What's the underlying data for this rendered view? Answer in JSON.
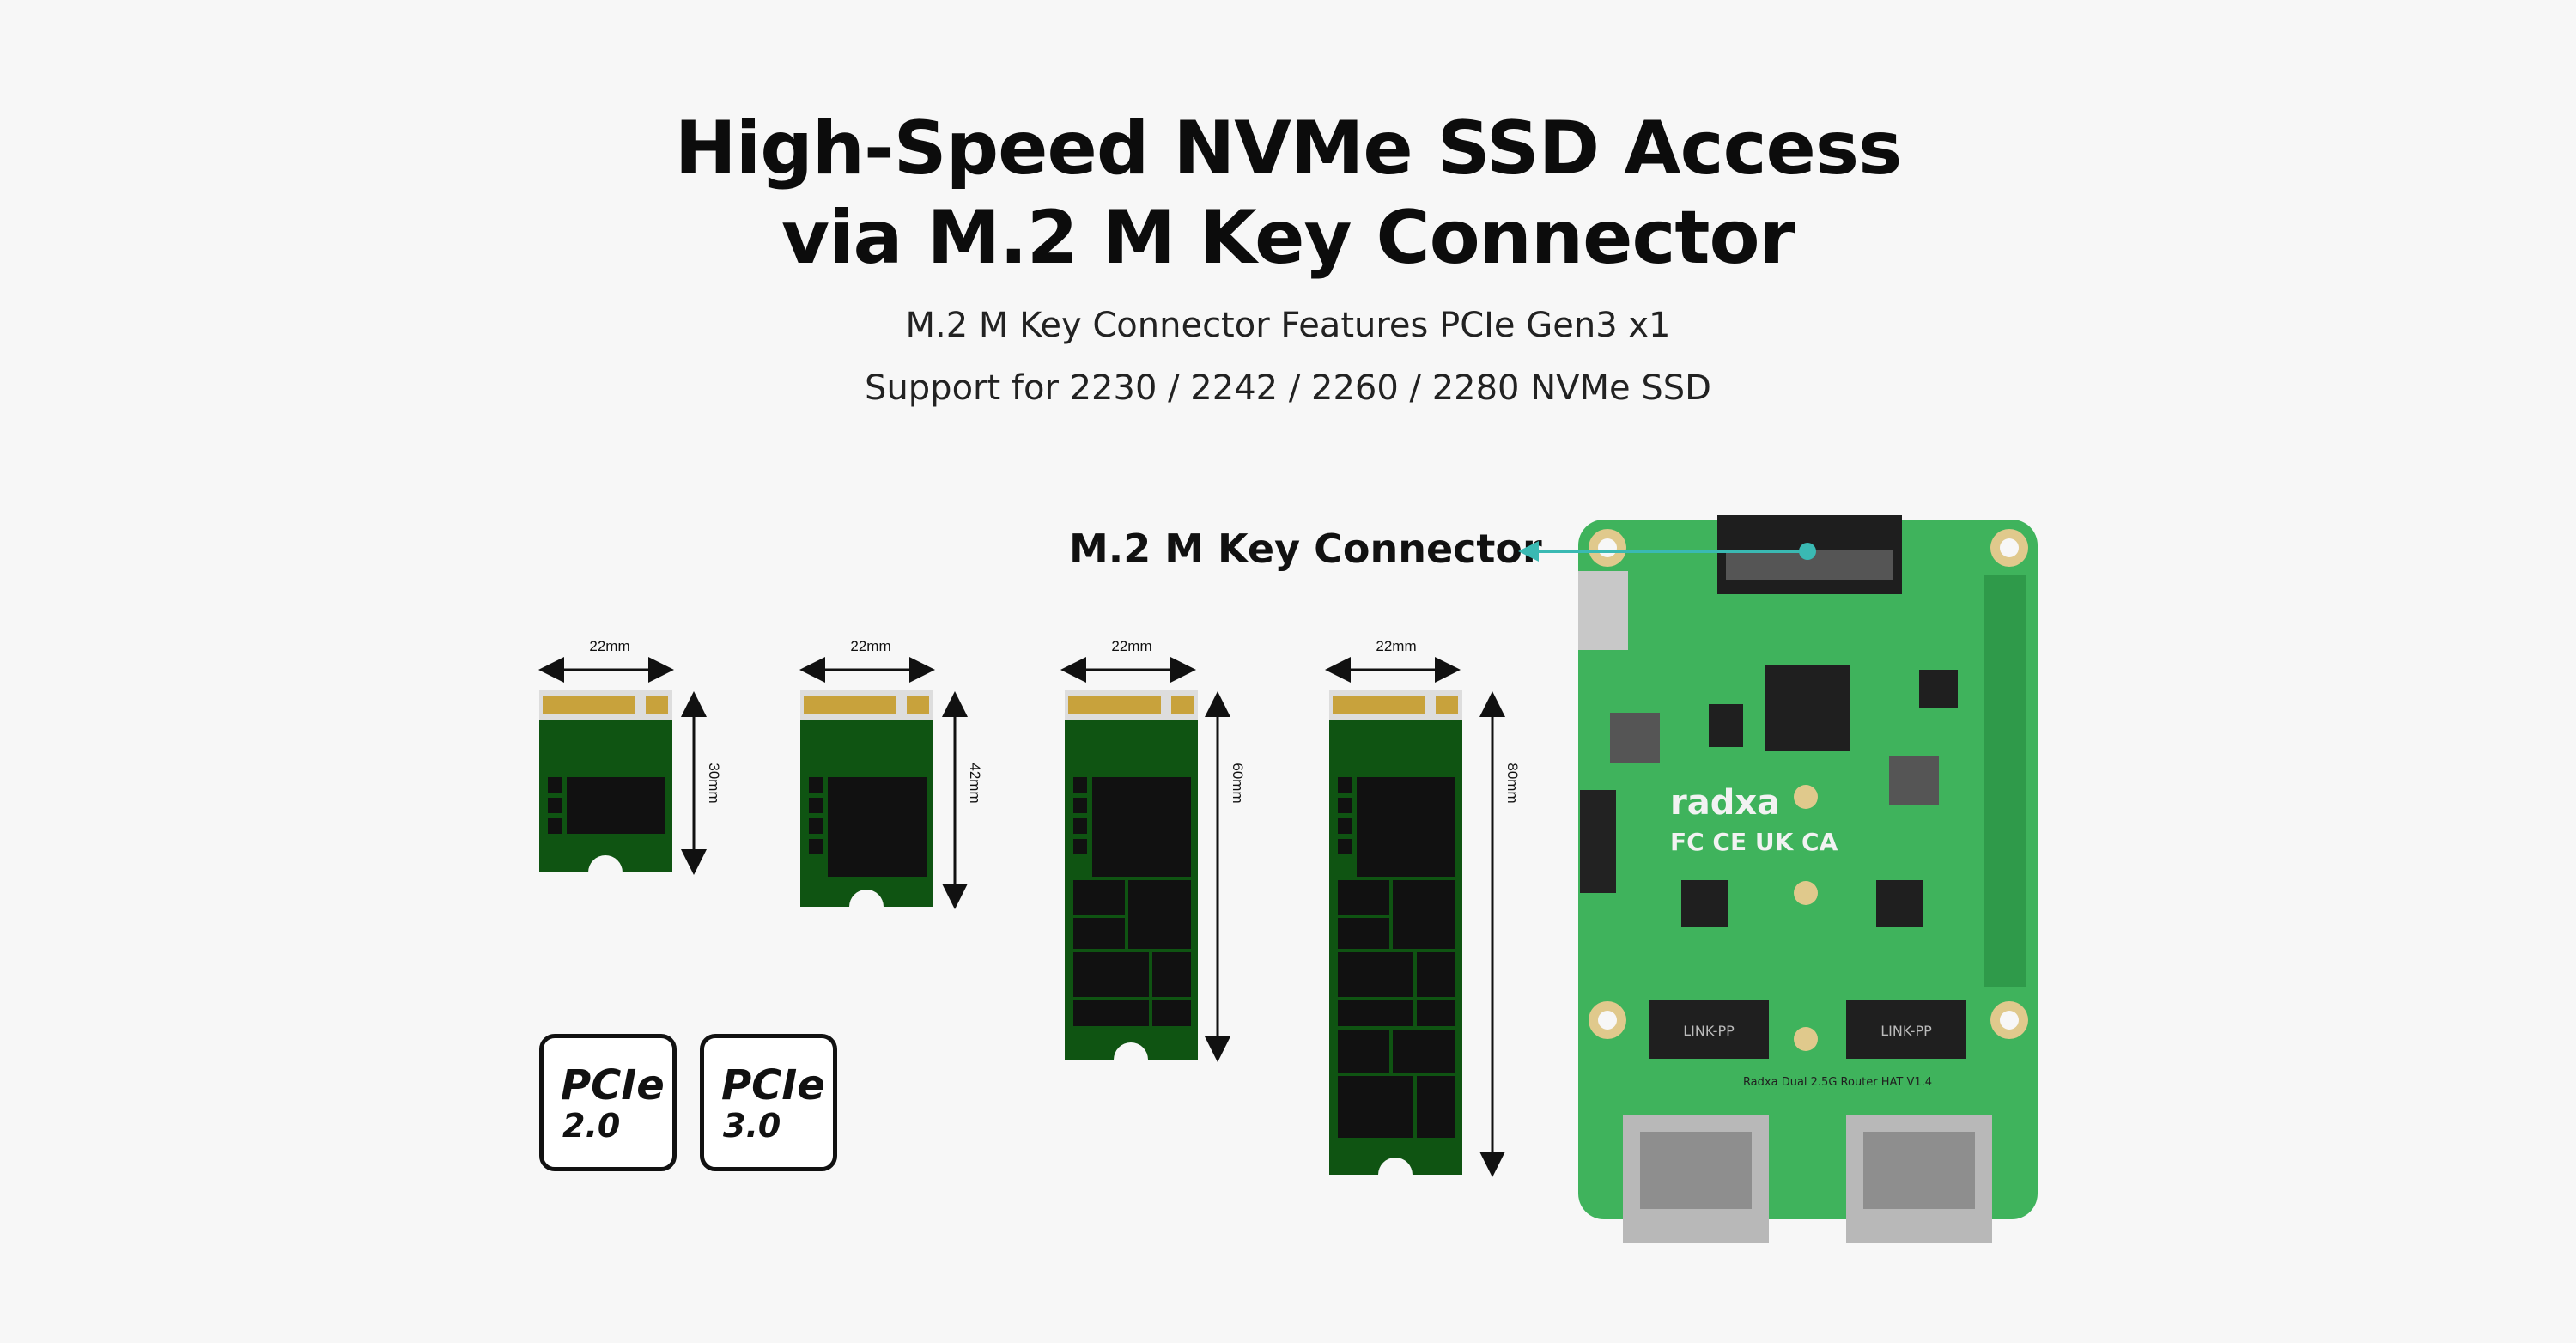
{
  "header": {
    "title_line1": "High-Speed NVMe SSD Access",
    "title_line2": "via M.2 M Key Connector",
    "subtitle_line1": "M.2 M Key Connector Features PCIe Gen3 x1",
    "subtitle_line2": "Support for 2230 / 2242 / 2260 / 2280 NVMe SSD"
  },
  "connector_label": "M.2 M Key Connector",
  "ssds": [
    {
      "width_label": "22mm",
      "length_label": "30mm"
    },
    {
      "width_label": "22mm",
      "length_label": "42mm"
    },
    {
      "width_label": "22mm",
      "length_label": "60mm"
    },
    {
      "width_label": "22mm",
      "length_label": "80mm"
    }
  ],
  "badges": [
    {
      "line1": "PCIe",
      "line2": "2.0"
    },
    {
      "line1": "PCIe",
      "line2": "3.0"
    }
  ],
  "board": {
    "brand": "radxa",
    "silkscreen": "Radxa Dual 2.5G Router HAT V1.4",
    "chip_labels": [
      "LINK-PP",
      "LINK-PP"
    ],
    "certs": "FC CE UK CA"
  },
  "colors": {
    "ssd_pcb": "#0f5412",
    "board_pcb": "#3fb35c",
    "arrow": "#3ab9b3",
    "text": "#111111"
  }
}
